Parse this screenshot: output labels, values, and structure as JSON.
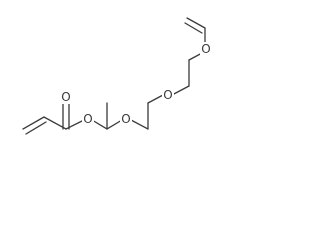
{
  "molecule": {
    "atom_labels": {
      "o_carbonyl": "O",
      "o_ester": "O",
      "o_acetal": "O",
      "o_ether": "O",
      "o_vinyl": "O"
    }
  }
}
